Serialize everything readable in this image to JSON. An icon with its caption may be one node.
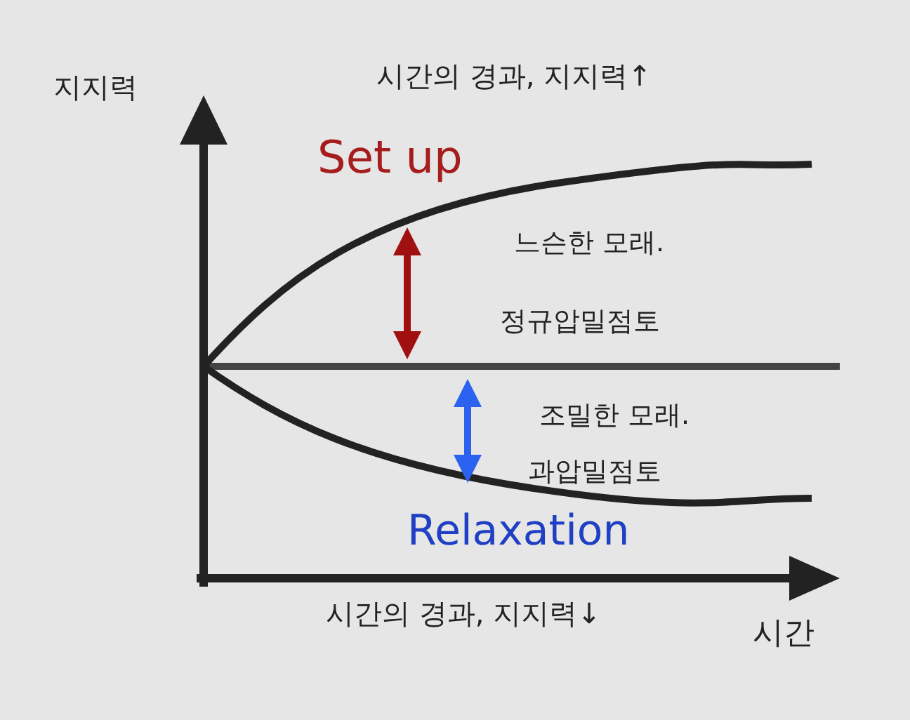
{
  "diagram": {
    "labels": [
      "지지력",
      "시간의 경과, 지지력↑",
      "Set up",
      "느슨한 모래.",
      "정규압밀점토",
      "조밀한 모래.",
      "과압밀점토",
      "Relaxation",
      "시간의 경과, 지지력↓",
      "시간"
    ]
  }
}
